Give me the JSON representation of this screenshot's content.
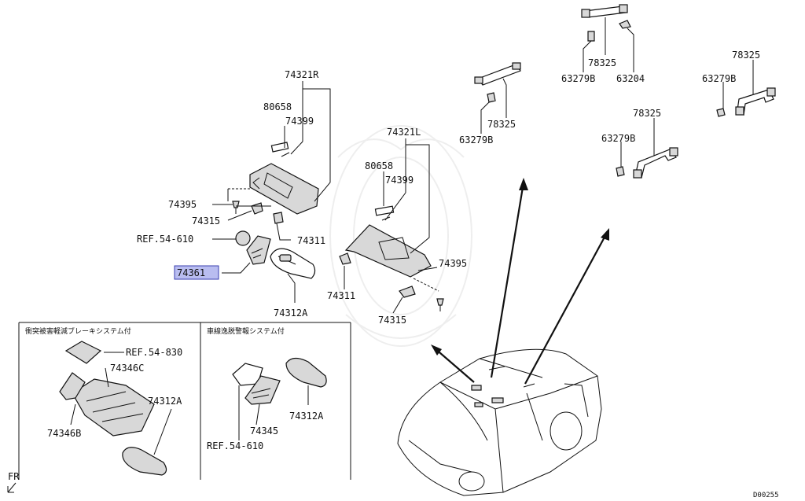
{
  "diagram_id": "D00255",
  "front_marker": "FR",
  "highlighted_part": "74361",
  "labels": {
    "sunvisor_r": "74321R",
    "sunvisor_l": "74321L",
    "ref_54_610": "REF.54-610",
    "ref_54_830": "REF.54-830",
    "p74346C": "74346C",
    "p74346B": "74346B",
    "p74345": "74345",
    "p74312A": "74312A",
    "p80658": "80658",
    "p74399": "74399",
    "p74395": "74395",
    "p74315": "74315",
    "p74311": "74311",
    "p78325": "78325",
    "p63279B": "63279B",
    "p63204": "63204"
  },
  "sections": {
    "collision_brake": "衝突被害軽減ブレーキシステム付",
    "lane_departure": "車線逸脱警報システム付"
  },
  "colors": {
    "highlight_fill": "#b9bdf0",
    "highlight_border": "#3a3fb0"
  }
}
